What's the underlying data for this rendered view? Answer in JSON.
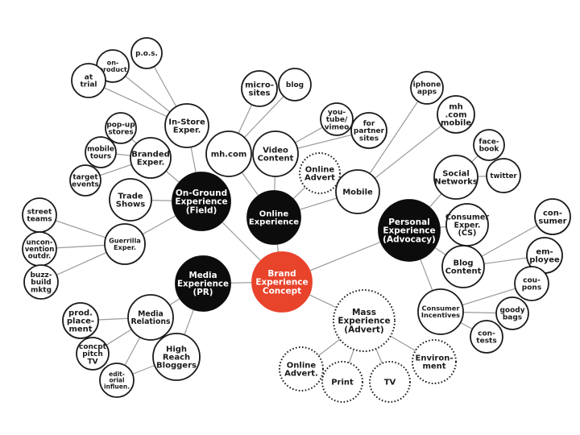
{
  "diagram": {
    "theme": {
      "center_color": "#e8432b",
      "dark_color": "#0c0c0c",
      "light_fill": "#ffffff",
      "edge_color": "#9a9a9a"
    },
    "nodes": [
      {
        "id": "brand",
        "style": "center",
        "lines": [
          "Brand",
          "Experience",
          "Concept"
        ]
      },
      {
        "id": "onground",
        "style": "dark",
        "lines": [
          "On-Ground",
          "Experience",
          "(Field)"
        ]
      },
      {
        "id": "online",
        "style": "dark",
        "lines": [
          "Online",
          "Experience"
        ]
      },
      {
        "id": "personal",
        "style": "dark",
        "lines": [
          "Personal",
          "Experience",
          "(Advocacy)"
        ]
      },
      {
        "id": "media",
        "style": "dark",
        "lines": [
          "Media",
          "Experience",
          "(PR)"
        ]
      },
      {
        "id": "mass",
        "style": "dotted",
        "lines": [
          "Mass",
          "Experience",
          "(Advert)"
        ]
      },
      {
        "id": "instore",
        "style": "solid",
        "lines": [
          "In-Store",
          "Exper."
        ]
      },
      {
        "id": "pos",
        "style": "solid",
        "lines": [
          "p.o.s."
        ]
      },
      {
        "id": "onproduct",
        "style": "solid",
        "lines": [
          "on-",
          "product"
        ]
      },
      {
        "id": "attrial",
        "style": "solid",
        "lines": [
          "at",
          "trial"
        ]
      },
      {
        "id": "branded",
        "style": "solid",
        "lines": [
          "Branded",
          "Exper."
        ]
      },
      {
        "id": "popup",
        "style": "solid",
        "lines": [
          "pop-up",
          "stores"
        ]
      },
      {
        "id": "mobiletours",
        "style": "solid",
        "lines": [
          "mobile",
          "tours"
        ]
      },
      {
        "id": "targetevents",
        "style": "solid",
        "lines": [
          "target",
          "events"
        ]
      },
      {
        "id": "tradeshows",
        "style": "solid",
        "lines": [
          "Trade",
          "Shows"
        ]
      },
      {
        "id": "guerrilla",
        "style": "solid",
        "lines": [
          "Guerrilla",
          "Exper."
        ]
      },
      {
        "id": "streetteams",
        "style": "solid",
        "lines": [
          "street",
          "teams"
        ]
      },
      {
        "id": "unconvention",
        "style": "solid",
        "lines": [
          "uncon-",
          "vention",
          "outdr."
        ]
      },
      {
        "id": "buzzbuild",
        "style": "solid",
        "lines": [
          "buzz-",
          "build",
          "mktg"
        ]
      },
      {
        "id": "mhcom",
        "style": "solid",
        "lines": [
          "mh.com"
        ]
      },
      {
        "id": "microsites",
        "style": "solid",
        "lines": [
          "micro-",
          "sites"
        ]
      },
      {
        "id": "blog",
        "style": "solid",
        "lines": [
          "blog"
        ]
      },
      {
        "id": "videocontent",
        "style": "solid",
        "lines": [
          "Video",
          "Content"
        ]
      },
      {
        "id": "youtube",
        "style": "solid",
        "lines": [
          "you-",
          "tube/",
          "vimeo"
        ]
      },
      {
        "id": "partnersites",
        "style": "solid",
        "lines": [
          "for",
          "partner",
          "sites"
        ]
      },
      {
        "id": "onlineadvert",
        "style": "dotted",
        "lines": [
          "Online",
          "Advert"
        ]
      },
      {
        "id": "mobile",
        "style": "solid",
        "lines": [
          "Mobile"
        ]
      },
      {
        "id": "iphoneapps",
        "style": "solid",
        "lines": [
          "iphone",
          "apps"
        ]
      },
      {
        "id": "mhcommobile",
        "style": "solid",
        "lines": [
          "mh",
          ".com",
          "mobile"
        ]
      },
      {
        "id": "social",
        "style": "solid",
        "lines": [
          "Social",
          "Networks"
        ]
      },
      {
        "id": "facebook",
        "style": "solid",
        "lines": [
          "face-",
          "book"
        ]
      },
      {
        "id": "twitter",
        "style": "solid",
        "lines": [
          "twitter"
        ]
      },
      {
        "id": "consumerexper",
        "style": "solid",
        "lines": [
          "Consumer",
          "Exper.",
          "(CS)"
        ]
      },
      {
        "id": "blogcontent",
        "style": "solid",
        "lines": [
          "Blog",
          "Content"
        ]
      },
      {
        "id": "consumer",
        "style": "solid",
        "lines": [
          "con-",
          "sumer"
        ]
      },
      {
        "id": "employee",
        "style": "solid",
        "lines": [
          "em-",
          "ployee"
        ]
      },
      {
        "id": "incentives",
        "style": "solid",
        "lines": [
          "Consumer",
          "Incentives"
        ]
      },
      {
        "id": "coupons",
        "style": "solid",
        "lines": [
          "cou-",
          "pons"
        ]
      },
      {
        "id": "goodybags",
        "style": "solid",
        "lines": [
          "goody",
          "bags"
        ]
      },
      {
        "id": "contests",
        "style": "solid",
        "lines": [
          "con-",
          "tests"
        ]
      },
      {
        "id": "mediarelations",
        "style": "solid",
        "lines": [
          "Media",
          "Relations"
        ]
      },
      {
        "id": "prodplacement",
        "style": "solid",
        "lines": [
          "prod.",
          "place-",
          "ment"
        ]
      },
      {
        "id": "concptpitch",
        "style": "solid",
        "lines": [
          "concpt",
          "pitch",
          "TV"
        ]
      },
      {
        "id": "editorial",
        "style": "solid",
        "lines": [
          "edit-",
          "orial",
          "influen."
        ]
      },
      {
        "id": "highreach",
        "style": "solid",
        "lines": [
          "High",
          "Reach",
          "Bloggers"
        ]
      },
      {
        "id": "onlineadvert2",
        "style": "dotted",
        "lines": [
          "Online",
          "Advert."
        ]
      },
      {
        "id": "print",
        "style": "dotted",
        "lines": [
          "Print"
        ]
      },
      {
        "id": "tv",
        "style": "dotted",
        "lines": [
          "TV"
        ]
      },
      {
        "id": "environment",
        "style": "dotted",
        "lines": [
          "Environ-",
          "ment"
        ]
      }
    ],
    "edges": [
      [
        "brand",
        "onground"
      ],
      [
        "brand",
        "online"
      ],
      [
        "brand",
        "personal"
      ],
      [
        "brand",
        "media"
      ],
      [
        "brand",
        "mass"
      ],
      [
        "onground",
        "instore"
      ],
      [
        "onground",
        "branded"
      ],
      [
        "onground",
        "tradeshows"
      ],
      [
        "onground",
        "guerrilla"
      ],
      [
        "instore",
        "pos"
      ],
      [
        "instore",
        "onproduct"
      ],
      [
        "instore",
        "attrial"
      ],
      [
        "branded",
        "popup"
      ],
      [
        "branded",
        "mobiletours"
      ],
      [
        "branded",
        "targetevents"
      ],
      [
        "guerrilla",
        "streetteams"
      ],
      [
        "guerrilla",
        "unconvention"
      ],
      [
        "guerrilla",
        "buzzbuild"
      ],
      [
        "online",
        "mhcom"
      ],
      [
        "online",
        "videocontent"
      ],
      [
        "online",
        "onlineadvert"
      ],
      [
        "online",
        "mobile"
      ],
      [
        "mhcom",
        "microsites"
      ],
      [
        "mhcom",
        "blog"
      ],
      [
        "videocontent",
        "youtube"
      ],
      [
        "videocontent",
        "partnersites"
      ],
      [
        "mobile",
        "iphoneapps"
      ],
      [
        "mobile",
        "mhcommobile"
      ],
      [
        "personal",
        "social"
      ],
      [
        "personal",
        "consumerexper"
      ],
      [
        "personal",
        "blogcontent"
      ],
      [
        "personal",
        "incentives"
      ],
      [
        "social",
        "facebook"
      ],
      [
        "social",
        "twitter"
      ],
      [
        "blogcontent",
        "consumer"
      ],
      [
        "blogcontent",
        "employee"
      ],
      [
        "incentives",
        "coupons"
      ],
      [
        "incentives",
        "goodybags"
      ],
      [
        "incentives",
        "contests"
      ],
      [
        "media",
        "mediarelations"
      ],
      [
        "media",
        "highreach"
      ],
      [
        "mediarelations",
        "prodplacement"
      ],
      [
        "mediarelations",
        "concptpitch"
      ],
      [
        "mediarelations",
        "editorial"
      ],
      [
        "highreach",
        "editorial"
      ],
      [
        "mass",
        "onlineadvert2"
      ],
      [
        "mass",
        "print"
      ],
      [
        "mass",
        "tv"
      ],
      [
        "mass",
        "environment"
      ]
    ]
  }
}
